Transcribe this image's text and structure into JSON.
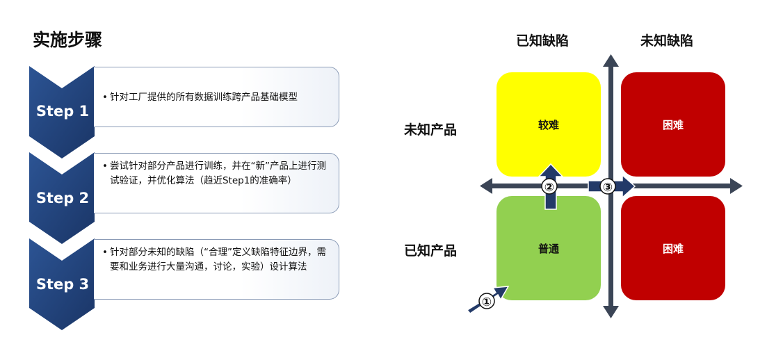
{
  "title": "实施步骤",
  "steps": [
    {
      "label": "Step 1",
      "bullet": "•",
      "text": "针对工厂提供的所有数据训练跨产品基础模型"
    },
    {
      "label": "Step 2",
      "bullet": "•",
      "text": "尝试针对部分产品进行训练，并在“新”产品上进行测试验证，并优化算法（趋近Step1的准确率）"
    },
    {
      "label": "Step 3",
      "bullet": "•",
      "text": "针对部分未知的缺陷（“合理”定义缺陷特征边界，需要和业务进行大量沟通，讨论，实验）设计算法"
    }
  ],
  "matrix": {
    "col_headers": [
      "已知缺陷",
      "未知缺陷"
    ],
    "row_headers": [
      "未知产品",
      "已知产品"
    ],
    "quadrants": {
      "top_left": "较难",
      "top_right": "困难",
      "bottom_left": "普通",
      "bottom_right": "困难"
    },
    "markers": [
      "①",
      "②",
      "③"
    ]
  },
  "colors": {
    "step_chevron": "#1f3f73",
    "axis": "#3b4556",
    "arrow": "#233a68",
    "yellow": "#ffff00",
    "red": "#c00000",
    "green": "#92d050"
  }
}
